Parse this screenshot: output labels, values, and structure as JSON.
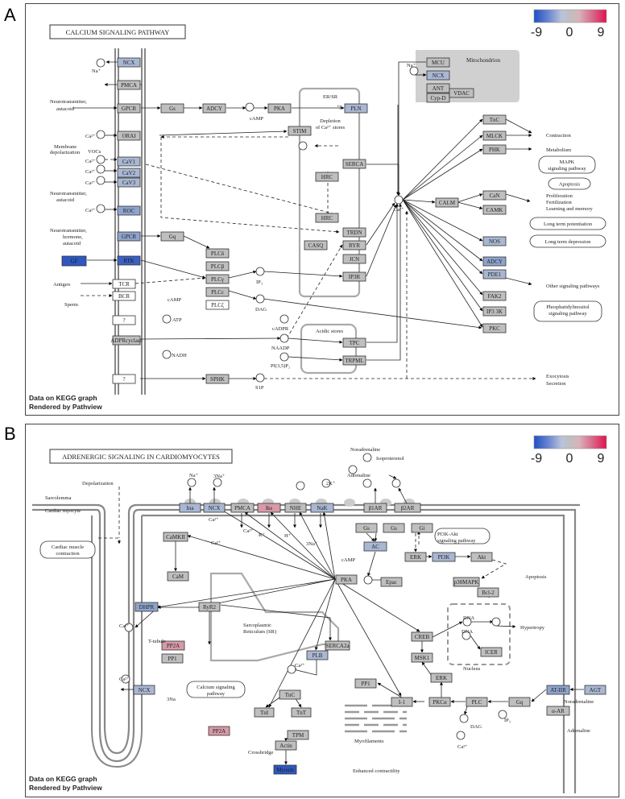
{
  "panels": [
    {
      "letter": "A",
      "title": "CALCIUM SIGNALING PATHWAY",
      "footer": [
        "Data on KEGG graph",
        "Rendered by Pathview"
      ],
      "scale_ticks": [
        "-9",
        "0",
        "9"
      ],
      "nodes": {
        "NCX": "NCX",
        "PMCA": "PMCA",
        "GPCR": "GPCR",
        "Gs": "Gs",
        "ADCY": "ADCY",
        "PKA": "PKA",
        "PLN": "PLN",
        "ORAI": "ORAI",
        "STIM": "STIM",
        "CaV1": "CaV1",
        "CaV2": "CaV2",
        "CaV3": "CaV3",
        "SERCA": "SERCA",
        "HRC1": "HRC",
        "HRC2": "HRC",
        "ROC": "ROC",
        "GPCR2": "GPCR",
        "Gq": "Gq",
        "TRDN": "TRDN",
        "CASQ": "CASQ",
        "RYR": "RYR",
        "JCN": "JCN",
        "GF": "GF",
        "RTK": "RTK",
        "PLCd": "PLCδ",
        "PLCb": "PLCβ",
        "PLCg": "PLCγ",
        "PLCe": "PLCε",
        "PLCz": "PLCζ",
        "TCR": "TCR",
        "BCR": "BCR",
        "IP3R": "IP3R",
        "Q1": "?",
        "ADPR": "ADPRcyclase",
        "TPC": "TPC",
        "TRPML": "TRPML",
        "Q2": "?",
        "SPHK": "SPHK",
        "MCU": "MCU",
        "NCX2": "NCX",
        "ANT": "ANT",
        "CypD": "Cyp-D",
        "VDAC": "VDAC",
        "TnC": "TnC",
        "MLCK": "MLCK",
        "PHK": "PHK",
        "CALM": "CALM",
        "CaN": "CaN",
        "CAMK": "CAMK",
        "NOS": "NOS",
        "ADCY2": "ADCY",
        "PDE1": "PDE1",
        "FAK2": "FAK2",
        "IP3K": "IP3 3K",
        "PKC": "PKC"
      },
      "labels": {
        "na": "Na⁺",
        "neuro1": "Neurotransmitter,",
        "neuro1b": "autacoid",
        "camp1": "cAMP",
        "ca_orai": "Ca²⁺",
        "membrane": "Membrane",
        "depol": "depolarization",
        "vocs": "VOCs",
        "ca_v1": "Ca²⁺",
        "ca_v2": "Ca²⁺",
        "ca_v3": "Ca²⁺",
        "neuro2": "Neurotransmitter,",
        "neuro2b": "autacoid",
        "ca_roc": "Ca²⁺",
        "neuro3": "Neurotransmitter,",
        "neuro3b": "hormone,",
        "neuro3c": "autacoid",
        "antigen": "Antigen",
        "sperm": "Sperm",
        "camp2": "cAMP",
        "ip3": "IP₃",
        "dag": "DAG",
        "atp": "ATP",
        "nadh": "NADH",
        "cadpr": "cADPR",
        "naadp": "NAADP",
        "pip": "PI(3,5)P₂",
        "s1p": "S1P",
        "ersr": "ER/SR",
        "plusp": "+p",
        "depletion": "Depletion",
        "ofstores": "of Ca²⁺ stores",
        "acidic": "Acidic stores",
        "ca_center": "Ca²⁺",
        "na2": "Na⁺",
        "mito": "Mitochondrion",
        "contraction": "Contraction",
        "metabolism": "Metabolism",
        "mapk": "MAPK",
        "mapk2": "signaling pathway",
        "apoptosis": "Apoptosis",
        "prolif": "Proliferation",
        "fert": "Fertilization",
        "learn": "Learning and memory",
        "ltp": "Long term potentiation",
        "ltd": "Long term depression",
        "other": "Other signaling pathways",
        "phos": "Phosphatidylinositol",
        "phos2": "signaling pathway",
        "exo": "Exocytosis",
        "secretion": "Secretion"
      }
    },
    {
      "letter": "B",
      "title": "ADRENERGIC SIGNALING IN CARDIOMYOCYTES",
      "footer": [
        "Data on KEGG graph",
        "Rendered by Pathview"
      ],
      "scale_ticks": [
        "-9",
        "0",
        "9"
      ],
      "nodes": {
        "Ina": "Ina",
        "NCX": "NCX",
        "PMCA": "PMCA",
        "Iks": "Iks",
        "NHE": "NHE",
        "NaK": "NaK",
        "b1AR": "β1AR",
        "b2AR": "β2AR",
        "Gs1": "Gs",
        "Gs2": "Gs",
        "Gi": "Gi",
        "AC": "AC",
        "ERK": "ERK",
        "PI3K": "PI3K",
        "Akt": "Akt",
        "p38": "p38MAPK",
        "Bcl2": "Bcl-2",
        "Epac": "Epac",
        "PKA": "PKA",
        "CaMKII": "CaMKII",
        "CaM": "CaM",
        "DHPR": "DHPR",
        "RyR2": "RyR2",
        "PP2A1": "PP2A",
        "PP1a": "PP1",
        "SERCA": "SERCA2a",
        "PLB": "PLB",
        "CREB": "CREB",
        "MSK1": "MSK1",
        "ICER": "ICER",
        "ERK2": "ERK",
        "PP1b": "PP1",
        "I1": "I-1",
        "PKCa": "PKCα",
        "PLC": "PLC",
        "Gq": "Gq",
        "AT1R": "AT-IIR",
        "AGT": "AGT",
        "a1AR": "α-AR",
        "NCX2": "NCX",
        "TnC": "TnC",
        "TnI": "TnI",
        "TnT": "TnT",
        "PP2A2": "PP2A",
        "TPM": "TPM",
        "Actin": "Actin",
        "Myosin": "Myosin"
      },
      "labels": {
        "noradr": "Noradrenaline",
        "isopro": "Isoproterenol",
        "adr": "Adrenaline",
        "depol": "Depolarization",
        "sarco": "Sarcolemma",
        "cardiac": "Cardiac myocyte",
        "cmc": "Cardiac muscle",
        "cmc2": "contraction",
        "ttub": "T-tubule",
        "srret": "Sarcoplasmic",
        "srret2": "Reticulum (SR)",
        "calc": "Calcium signaling",
        "calc2": "pathway",
        "pi3kakt": "PI3K-Akt",
        "pi3kakt2": "signaling pathway",
        "apop": "Apoptosis",
        "dna1": "DNA",
        "dna2": "DNA",
        "hyper": "Hypertropy",
        "nucleus": "Nucleus",
        "camp": "cAMP",
        "dag": "DAG",
        "ip3": "IP₃",
        "myofil": "Myofilaments",
        "enh": "Enhanced contractility",
        "cross": "Crossbridge",
        "na": "Na⁺",
        "na3": "3Na⁺",
        "k": "K⁺",
        "h": "H⁺",
        "na3b": "3Na⁺",
        "k2": "2K⁺",
        "ca1": "Ca²⁺",
        "ca2": "Ca²⁺",
        "ca3": "Ca²⁺",
        "ca4": "Ca²⁺",
        "ca5": "Ca²⁺",
        "ca6": "Ca²⁺",
        "ca7": "Ca²⁺",
        "kk": "K⁺",
        "hh": "H⁺",
        "noradr2": "Noradrenaline",
        "adr2": "Adrenaline",
        "na3c": "3Na"
      }
    }
  ],
  "colors": {
    "gray": "#bfbfbf",
    "blue_light": "#a9b7d3",
    "blue_mid": "#8ea4cc",
    "blue_dark": "#3b62c0",
    "blue_strong": "#2e58c0",
    "pink": "#d79aa8",
    "white": "#ffffff"
  }
}
